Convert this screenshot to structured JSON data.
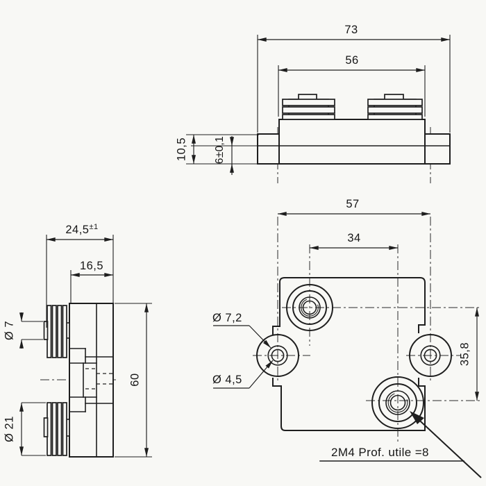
{
  "colors": {
    "ink": "#1e1e1e",
    "paper": "#f8f8f5"
  },
  "front_view": {
    "dim_overall_width": "73",
    "dim_body_width": "56",
    "dim_overall_height": "10,5",
    "dim_base_height": "6±0,1"
  },
  "side_view": {
    "dim_overall_depth": "24,5",
    "dim_overall_depth_tol": "±1",
    "dim_body_depth": "16,5",
    "dim_height": "60",
    "dim_pin_dia": "Ø 7",
    "dim_fin_dia": "Ø 21"
  },
  "plan_view": {
    "dim_mount_hole_spacing": "57",
    "dim_terminal_spacing_h": "34",
    "dim_terminal_spacing_v": "35,8",
    "dim_boss_dia": "Ø 7,2",
    "dim_hole_dia": "Ø 4,5",
    "note_thread": "2M4 Prof. utile =8"
  }
}
